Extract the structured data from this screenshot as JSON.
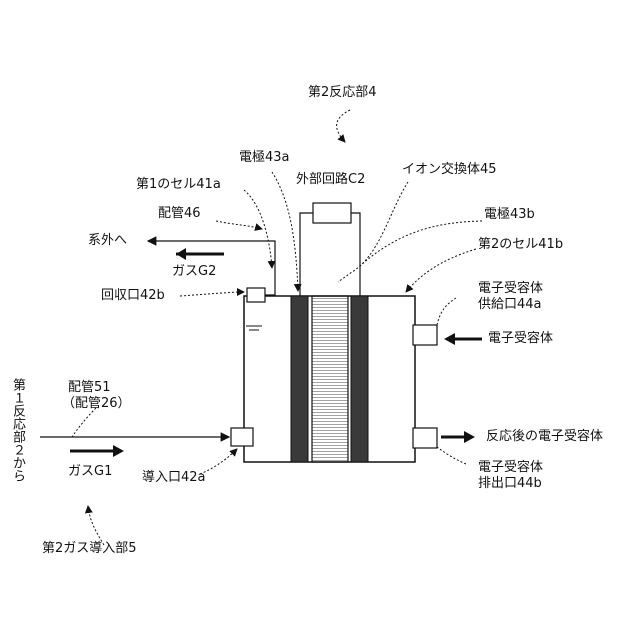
{
  "labels": {
    "reactor": "第2反応部4",
    "electrode_a": "電極43a",
    "cell1": "第1のセル41a",
    "external_circuit": "外部回路C2",
    "ion_exchanger": "イオン交換体45",
    "electrode_b": "電極43b",
    "pipe46": "配管46",
    "to_outside": "系外へ",
    "gas_g2": "ガスG2",
    "cell2": "第2のセル41b",
    "recovery_port": "回収口42b",
    "acceptor_supply_port_1": "電子受容体",
    "acceptor_supply_port_2": "供給口44a",
    "acceptor_in": "電子受容体",
    "from_first_reactor": "第１反応部２から",
    "pipe51": "配管51",
    "pipe26": "（配管26）",
    "gas_g1": "ガスG1",
    "reacted_acceptor": "反応後の電子受容体",
    "inlet_port": "導入口42a",
    "acceptor_discharge_port_1": "電子受容体",
    "acceptor_discharge_port_2": "排出口44b",
    "gas_inlet_unit": "第2ガス導入部5"
  },
  "colors": {
    "electrode": "#3a3a3a",
    "membrane_hatch": "#8a8a8a",
    "line": "#111111"
  }
}
